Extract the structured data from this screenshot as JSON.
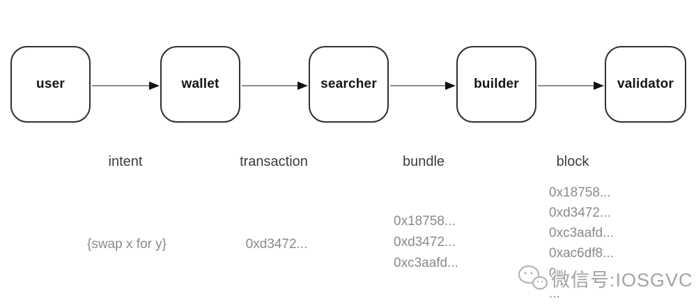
{
  "diagram": {
    "nodes": [
      {
        "label": "user"
      },
      {
        "label": "wallet"
      },
      {
        "label": "searcher"
      },
      {
        "label": "builder"
      },
      {
        "label": "validator"
      }
    ],
    "stages": [
      {
        "label": "intent",
        "payload_lines": [
          "{swap x for y}"
        ]
      },
      {
        "label": "transaction",
        "payload_lines": [
          "0xd3472..."
        ]
      },
      {
        "label": "bundle",
        "payload_lines": [
          "0x18758...",
          "0xd3472...",
          "0xc3aafd..."
        ]
      },
      {
        "label": "block",
        "payload_lines": [
          "0x18758...",
          "0xd3472...",
          "0xc3aafd...",
          "0xac6df8...",
          "0x...",
          "..."
        ]
      }
    ]
  },
  "colors": {
    "node_border": "#2f2f2f",
    "node_text": "#141414",
    "stage_label_text": "#3c3c3c",
    "payload_text": "#8a8a8a",
    "arrow_line": "#8c8c8c",
    "arrow_head": "#111111",
    "watermark_text": "#a3a3a3"
  },
  "watermark": {
    "text": "微信号:IOSGVC"
  }
}
